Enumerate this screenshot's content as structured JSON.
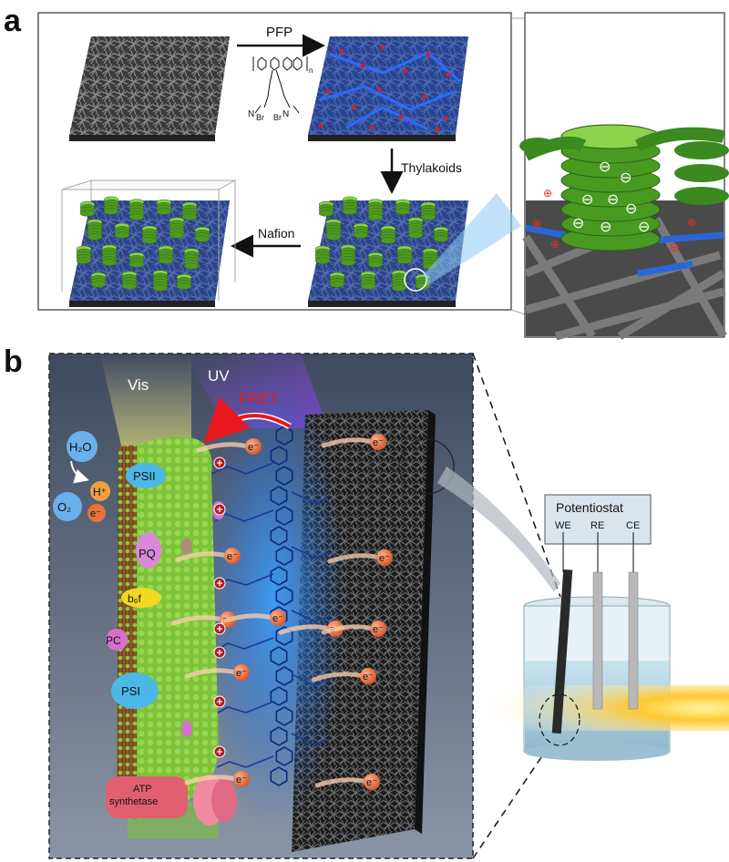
{
  "panels": {
    "a": "a",
    "b": "b"
  },
  "panel_a": {
    "steps": {
      "pfp": "PFP",
      "thylakoids": "Thylakoids",
      "nafion": "Nafion"
    },
    "structure": {
      "n": "n",
      "left_group": "N",
      "left_ion": "Br",
      "right_group": "N",
      "right_ion": "Br"
    },
    "zoom_charge_minus": "⊖",
    "zoom_charge_plus": "⊕"
  },
  "panel_b": {
    "light": {
      "vis": "Vis",
      "uv": "UV",
      "fret": "FRET"
    },
    "water": {
      "h2o": "H₂O",
      "o2": "O₂",
      "h_plus": "H⁺",
      "e": "e⁻"
    },
    "components": {
      "psii": "PSII",
      "pq": "PQ",
      "b6f": "b₆f",
      "pc": "PC",
      "psi": "PSI",
      "atp_line1": "ATP",
      "atp_line2": "synthetase"
    },
    "electron": "e⁻",
    "potentiostat": {
      "title": "Potentiostat",
      "we": "WE",
      "re": "RE",
      "ce": "CE"
    }
  },
  "colors": {
    "fiber_gray": "#3a3a3a",
    "polymer_blue": "#1e5bd6",
    "thylakoid_green": "#6ab52e",
    "charge_red": "#c0202a",
    "electron_orange": "#e8703a",
    "fret_red": "#e8181e",
    "bg_b": "#4a5a6e"
  }
}
